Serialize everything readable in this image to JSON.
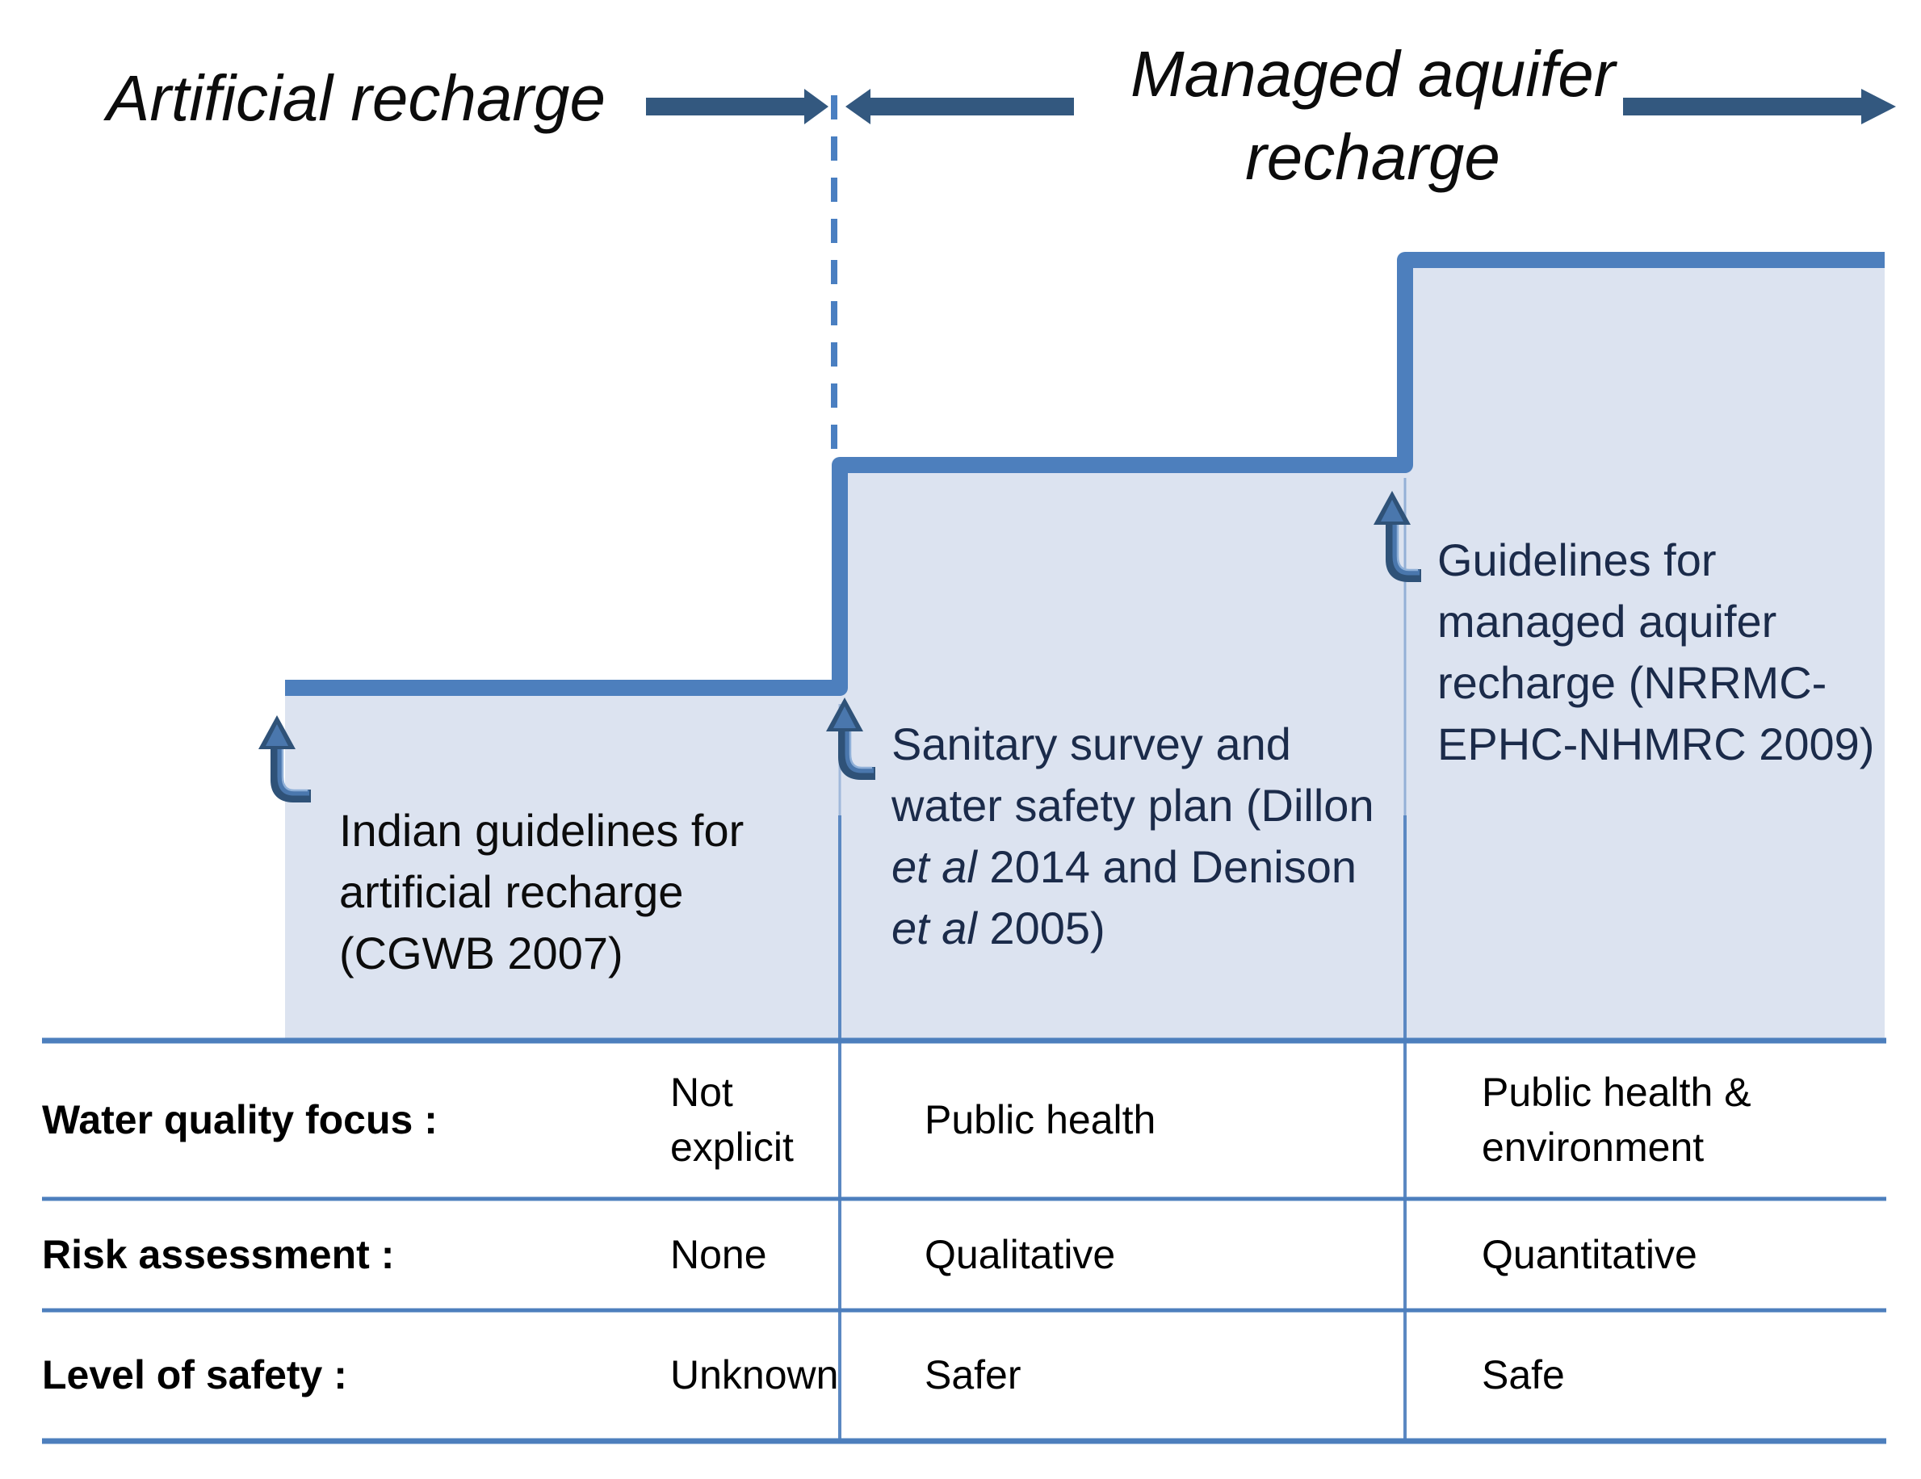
{
  "colors": {
    "accent_line": "#4d7fbd",
    "stair_fill": "#dce3f0",
    "dashed_divider": "#4a7fc1",
    "top_arrows": "#33587f",
    "curved_arrow_dark": "#2f5278",
    "curved_arrow_mid": "#4a77ad",
    "curved_arrow_highlight": "#8fb0d8",
    "column_divider": "#5b88c2",
    "text_dark": "#0c0c0c",
    "text_navy": "#1b2b4a"
  },
  "header": {
    "left_title": "Artificial recharge",
    "right_title_lines": [
      "Managed aquifer",
      "recharge"
    ]
  },
  "steps": [
    {
      "id": "step-1",
      "lines": [
        [
          {
            "t": "Indian guidelines for"
          }
        ],
        [
          {
            "t": "artificial recharge"
          }
        ],
        [
          {
            "t": "(CGWB 2007)"
          }
        ]
      ]
    },
    {
      "id": "step-2",
      "lines": [
        [
          {
            "t": "Sanitary survey and"
          }
        ],
        [
          {
            "t": "water safety plan (Dillon"
          }
        ],
        [
          {
            "t": "et al",
            "i": true
          },
          {
            "t": " 2014 and Denison"
          }
        ],
        [
          {
            "t": "et al",
            "i": true
          },
          {
            "t": " 2005)"
          }
        ]
      ]
    },
    {
      "id": "step-3",
      "lines": [
        [
          {
            "t": "Guidelines for"
          }
        ],
        [
          {
            "t": "managed aquifer"
          }
        ],
        [
          {
            "t": "recharge (NRRMC-"
          }
        ],
        [
          {
            "t": "EPHC-NHMRC 2009)"
          }
        ]
      ]
    }
  ],
  "table": {
    "rows": [
      {
        "label": "Water quality focus :",
        "values": [
          [
            "Not",
            "explicit"
          ],
          [
            "Public health"
          ],
          [
            "Public health &",
            "environment"
          ]
        ]
      },
      {
        "label": "Risk assessment :",
        "values": [
          [
            "None"
          ],
          [
            "Qualitative"
          ],
          [
            "Quantitative"
          ]
        ]
      },
      {
        "label": "Level of safety :",
        "values": [
          [
            "Unknown"
          ],
          [
            "Safer"
          ],
          [
            "Safe"
          ]
        ]
      }
    ]
  }
}
